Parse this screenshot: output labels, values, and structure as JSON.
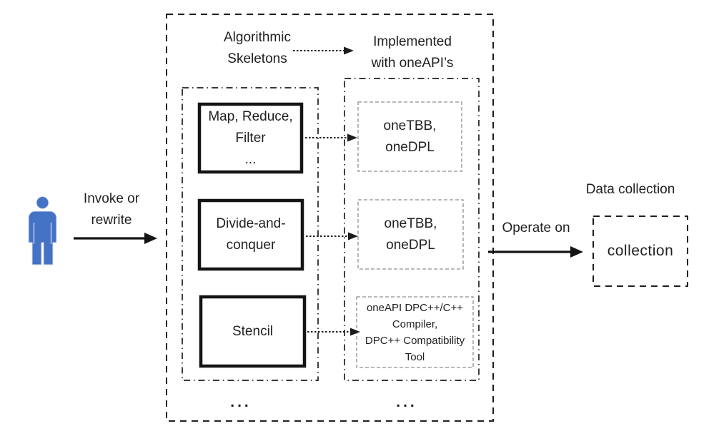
{
  "figure": {
    "actor": {
      "icon": "person-icon",
      "label": "Invoke or\nrewrite"
    },
    "pipeline": {
      "skeletons_title": "Algorithmic\nSkeletons",
      "impl_title": "Implemented\nwith oneAPI’s",
      "rows": [
        {
          "skeleton": "Map, Reduce,\nFilter\n...",
          "impl": "oneTBB,\noneDPL"
        },
        {
          "skeleton": "Divide-and-\nconquer",
          "impl": "oneTBB,\noneDPL"
        },
        {
          "skeleton": "Stencil",
          "impl": "oneAPI DPC++/C++\nCompiler,\nDPC++ Compatibility\nTool"
        }
      ],
      "skeleton_ellipsis": "...",
      "impl_ellipsis": "..."
    },
    "output": {
      "operate_label": "Operate on",
      "title": "Data collection",
      "box_label": "collection"
    },
    "colors": {
      "ink": "#1f1f1f",
      "impl_box_border": "#8f8f8f",
      "person_blue": "#4472C4"
    }
  }
}
